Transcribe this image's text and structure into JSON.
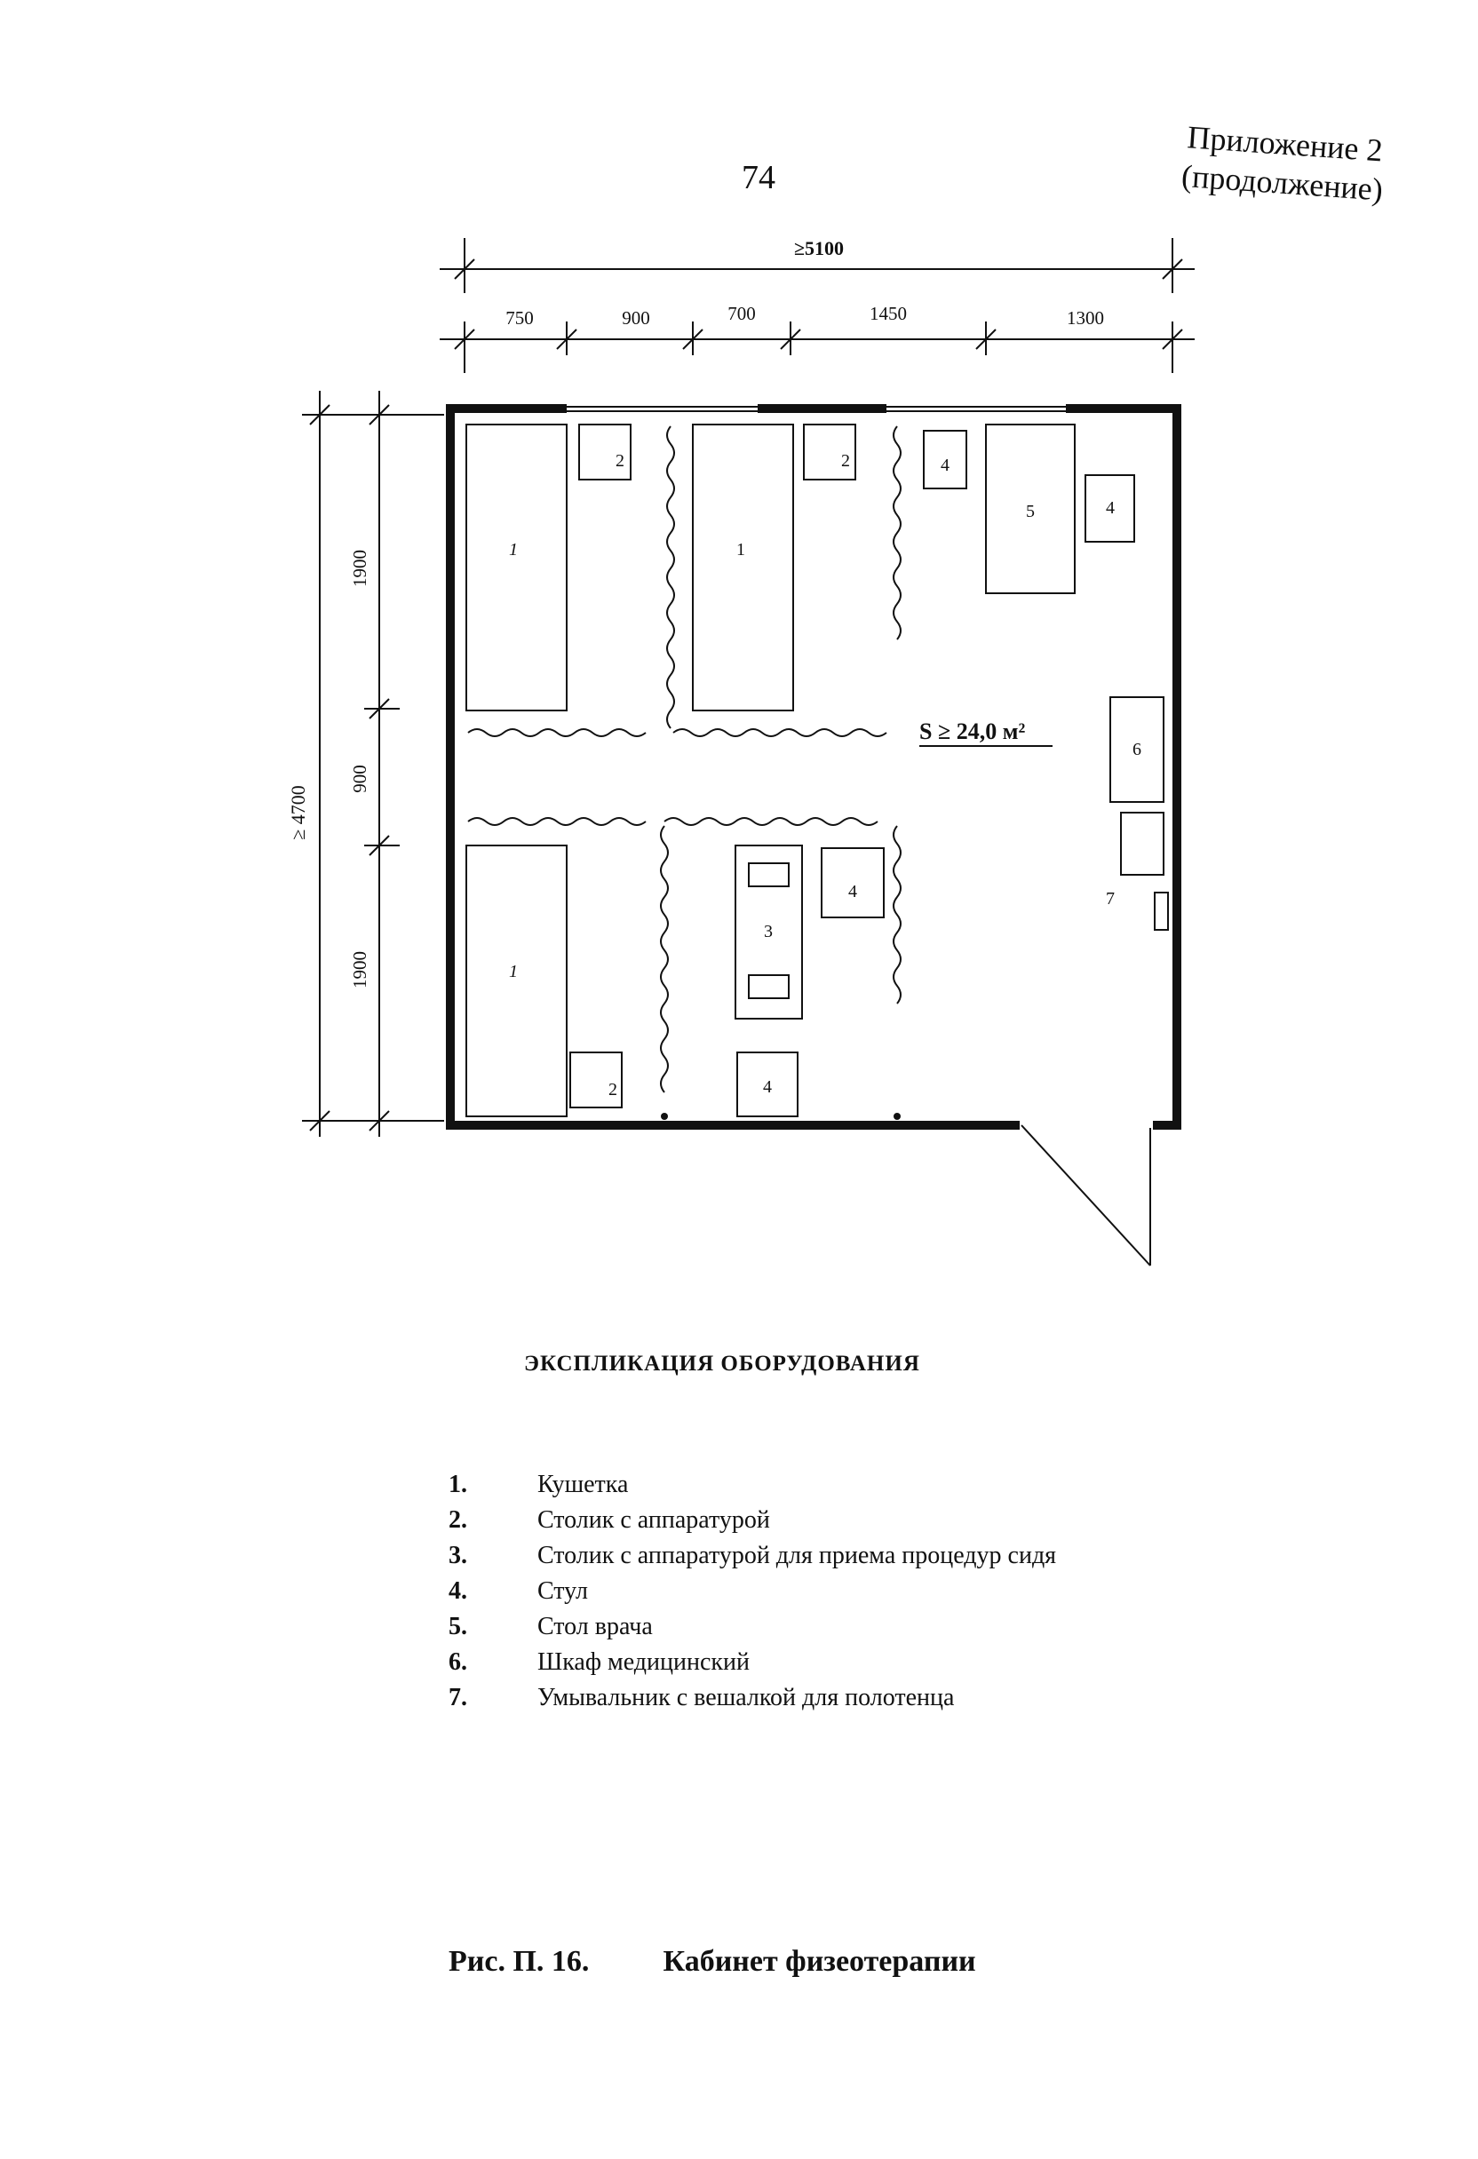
{
  "page_number": "74",
  "appendix": {
    "line1": "Приложение 2",
    "line2": "(продолжение)"
  },
  "plan": {
    "overall_width": "≥5100",
    "segments": [
      "750",
      "900",
      "700",
      "1450",
      "1300"
    ],
    "overall_height": "≥ 4700",
    "height_segments": [
      "1900",
      "900",
      "1900"
    ],
    "area_label": "S ≥ 24,0 м²",
    "items": {
      "couch_top_left": "1",
      "couch_top_mid": "1",
      "couch_bottom_left": "1",
      "table_top_left": "2",
      "table_top_mid": "2",
      "table_bottom_left": "2",
      "chair_top": "4",
      "desk": "5",
      "chair_desk": "4",
      "cabinet": "6",
      "sink_label": "7",
      "seated_table": "3",
      "chair_mid": "4",
      "chair_bottom": "4"
    }
  },
  "legend": {
    "title": "ЭКСПЛИКАЦИЯ ОБОРУДОВАНИЯ",
    "items": [
      {
        "num": "1.",
        "text": "Кушетка"
      },
      {
        "num": "2.",
        "text": "Столик с аппаратурой"
      },
      {
        "num": "3.",
        "text": "Столик с аппаратурой для приема процедур сидя"
      },
      {
        "num": "4.",
        "text": "Стул"
      },
      {
        "num": "5.",
        "text": "Стол врача"
      },
      {
        "num": "6.",
        "text": "Шкаф медицинский"
      },
      {
        "num": "7.",
        "text": "Умывальник с вешалкой для полотенца"
      }
    ]
  },
  "caption": {
    "number": "Рис. П. 16.",
    "title": "Кабинет физеотерапии"
  }
}
